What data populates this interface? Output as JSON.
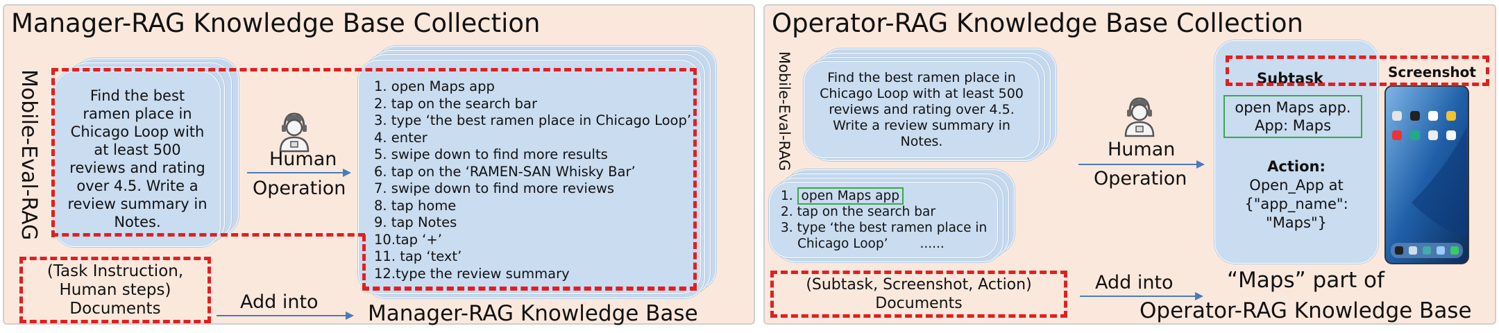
{
  "left": {
    "title": "Manager-RAG Knowledge Base Collection",
    "vertical_label": "Mobile-Eval-RAG",
    "task_instruction": "Find the best ramen place in Chicago Loop with at least 500 reviews and rating over 4.5. Write a review summary in Notes.",
    "human_label": "Human",
    "operation_label": "Operation",
    "steps": [
      "1.  open Maps app",
      "2.  tap on the search bar",
      "3.  type ‘the best ramen place in Chicago Loop’",
      "4.  enter",
      "5.  swipe down to find more results",
      "6.  tap on the ‘RAMEN-SAN Whisky Bar’",
      "7.  swipe down to find more reviews",
      "8.  tap home",
      "9.  tap Notes",
      "10.tap ‘+’",
      "11. tap ‘text’",
      "12.type the review summary"
    ],
    "documents_line1": "(Task Instruction,",
    "documents_line2": "Human steps)",
    "documents_line3": "Documents",
    "add_into": "Add into",
    "kb_label": "Manager-RAG Knowledge Base"
  },
  "right": {
    "title": "Operator-RAG Knowledge Base Collection",
    "vertical_label": "Mobile-Eval-RAG",
    "task_instruction": "Find the best ramen place in Chicago Loop with at least 500 reviews and rating over 4.5. Write a review summary in Notes.",
    "steps": [
      "1.",
      "open Maps app",
      "2.  tap on the search bar",
      "3.  type ‘the best ramen place in",
      "Chicago Loop’",
      "......"
    ],
    "human_label": "Human",
    "operation_label": "Operation",
    "subtask_header": "Subtask",
    "screenshot_header": "Screenshot",
    "subtask_line1": "open Maps app.",
    "subtask_line2": "App: Maps",
    "action_header": "Action:",
    "action_line1": "Open_App at",
    "action_line2": "{\"app_name\":",
    "action_line3": "\"Maps\"}",
    "documents_line1": "(Subtask, Screenshot, Action)",
    "documents_line2": "Documents",
    "add_into": "Add into",
    "maps_part": "“Maps” part of",
    "kb_label": "Operator-RAG Knowledge Base"
  },
  "colors": {
    "panel_bg": "#fbe8dc",
    "card_bg": "#c9dcf0",
    "dashed_red": "#e02020",
    "arrow_blue": "#4a7ab8",
    "green_box": "#3aa84a"
  },
  "icons": [
    "human-operator-icon",
    "phone-screenshot"
  ]
}
